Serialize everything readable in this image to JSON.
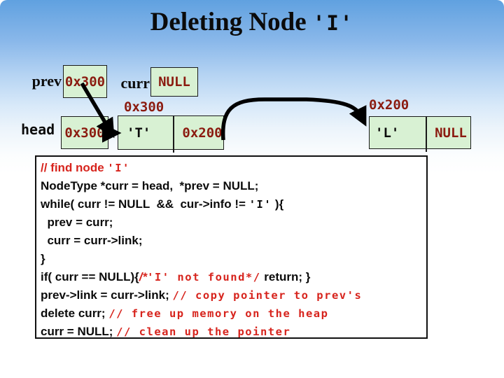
{
  "title": {
    "text": "Deleting Node",
    "suffix": "'I'"
  },
  "diagram": {
    "prev": {
      "label": "prev",
      "value": "0x300"
    },
    "curr": {
      "label": "curr",
      "value": "NULL"
    },
    "head": {
      "label": "head",
      "value": "0x300"
    },
    "node1": {
      "address": "0x300",
      "info": "'T'",
      "link": "0x200"
    },
    "node2": {
      "address": "0x200",
      "info": "'L'",
      "link": "NULL"
    }
  },
  "colors": {
    "node_fill": "#d8f1d3",
    "value_red": "#8b1b10",
    "code_red": "#d7241d",
    "gradient_top": "#60a1e0"
  },
  "code": {
    "lines": [
      [
        {
          "t": "// find node ",
          "s": "r"
        },
        {
          "t": "'I'",
          "s": "c"
        }
      ],
      [
        {
          "t": "NodeType *curr = head,  *prev = NULL;",
          "s": "k"
        }
      ],
      [
        {
          "t": "while( curr != NULL  &&  cur->info != ",
          "s": "k"
        },
        {
          "t": "'I'",
          "s": "m"
        },
        {
          "t": " ){",
          "s": "k"
        }
      ],
      [
        {
          "t": "  prev = curr;",
          "s": "k"
        }
      ],
      [
        {
          "t": "  curr = curr->link;",
          "s": "k"
        }
      ],
      [
        {
          "t": "}",
          "s": "k"
        }
      ],
      [
        {
          "t": "if( curr == NULL){",
          "s": "k"
        },
        {
          "t": "/*",
          "s": "ri"
        },
        {
          "t": "'I' not found*/",
          "s": "c"
        },
        {
          "t": " return; }",
          "s": "k"
        }
      ],
      [
        {
          "t": "prev->link = curr->link; ",
          "s": "k"
        },
        {
          "t": "// copy pointer to prev's",
          "s": "c"
        }
      ],
      [
        {
          "t": "delete curr; ",
          "s": "k"
        },
        {
          "t": "// free up memory on the heap",
          "s": "c"
        }
      ],
      [
        {
          "t": "curr = NULL; ",
          "s": "k"
        },
        {
          "t": "// clean up the pointer",
          "s": "c"
        }
      ]
    ]
  }
}
